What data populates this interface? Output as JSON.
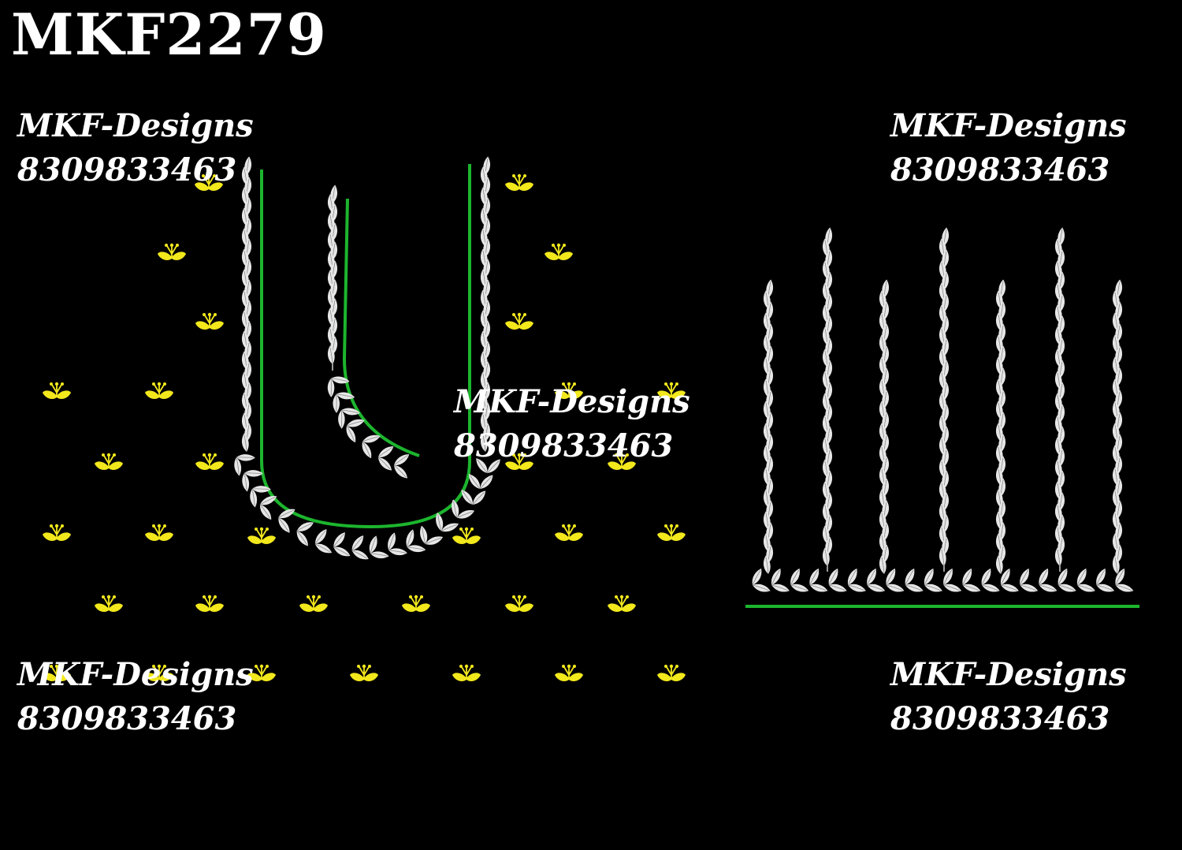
{
  "design_code": "MKF2279",
  "watermark": {
    "name": "MKF-Designs",
    "phone": "8309833463"
  },
  "colors": {
    "background": "#000000",
    "outline": "#1db52e",
    "leaf": "#e8e8e8",
    "motif": "#f2e81c"
  },
  "icons": [
    "leaf-vine-icon",
    "yellow-flower-motif-icon"
  ]
}
